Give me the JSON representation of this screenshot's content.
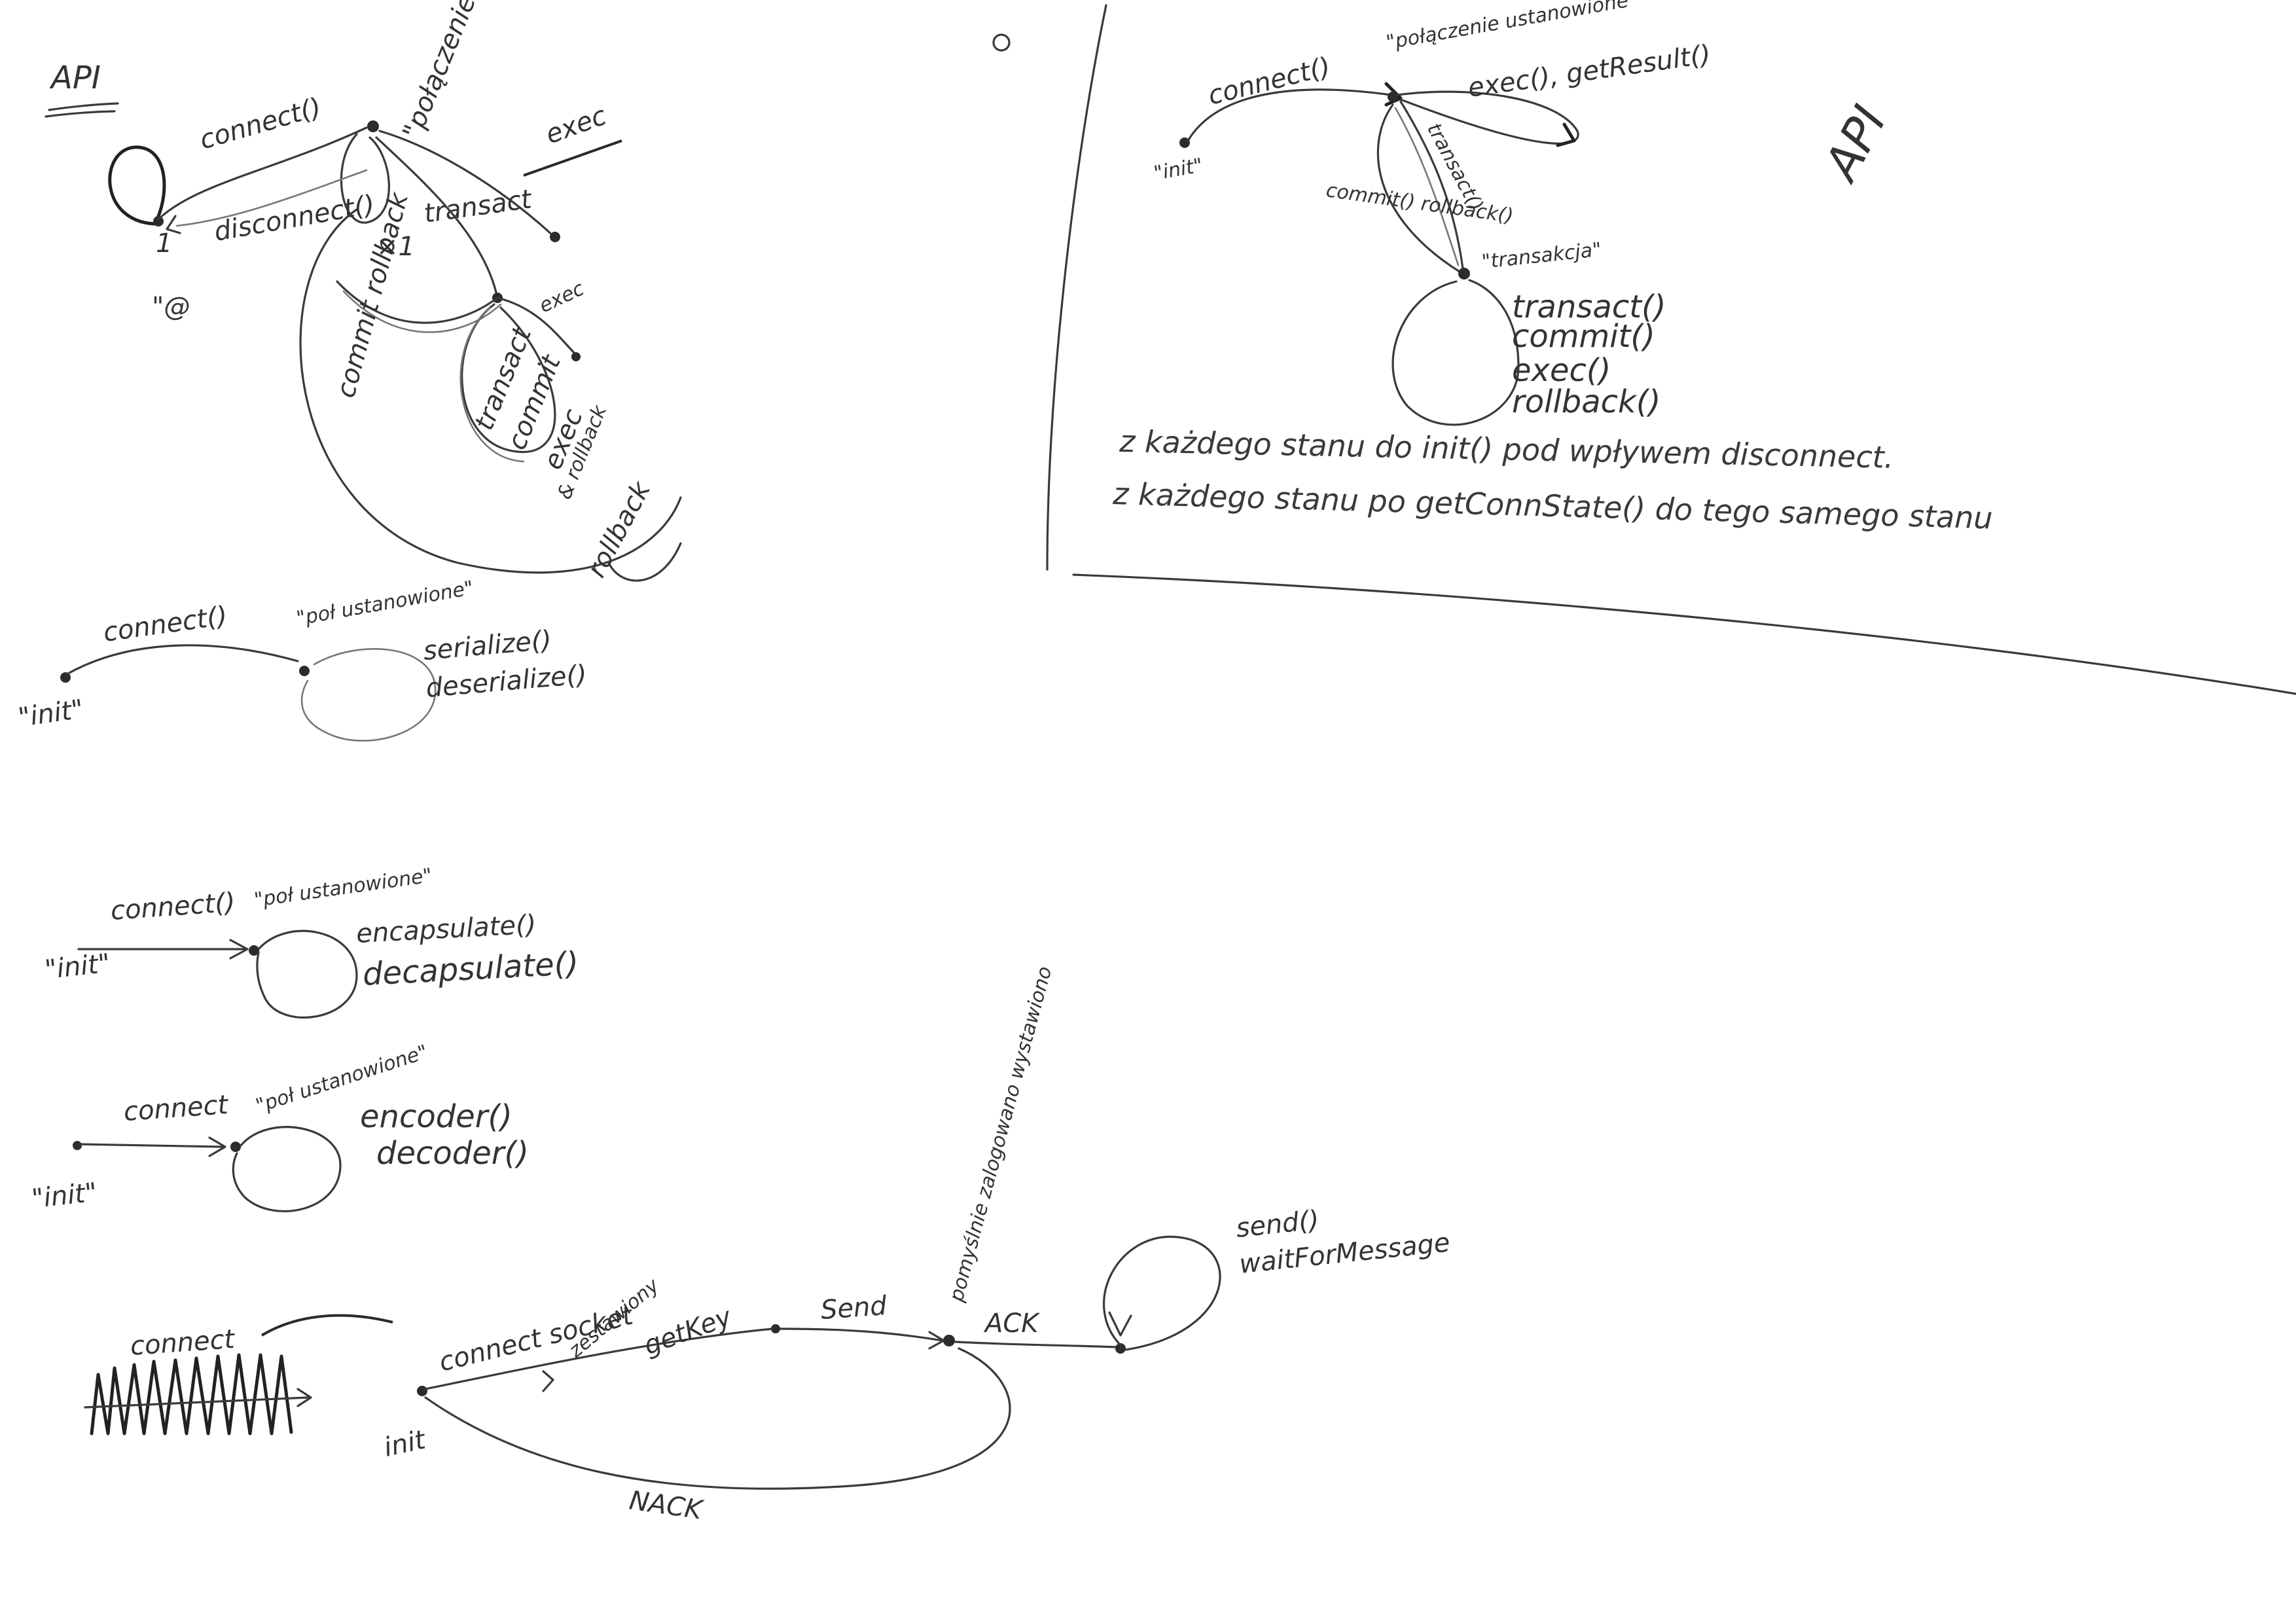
{
  "diagram_1": {
    "heading": "API",
    "connect": "connect()",
    "disconnect": "disconnect()",
    "transact": "transact",
    "state_connected": "\"połączenie ustalone\"",
    "exec": "exec",
    "note_at": "\"@",
    "mark_1": "1",
    "mark_x1": "×1",
    "commit_rollback": "commit rollback",
    "exec_small": "exec",
    "loop_ops": [
      "transact",
      "commit",
      "exec",
      "& rollback"
    ],
    "rollback": "rollback"
  },
  "diagram_2": {
    "init": "\"init\"",
    "connect": "connect()",
    "state": "\"poł ustanowione\"",
    "ops": [
      "serialize()",
      "deserialize()"
    ]
  },
  "diagram_3": {
    "init": "\"init\"",
    "connect": "connect()",
    "state": "\"poł ustanowione\"",
    "ops": [
      "encapsulate()",
      "decapsulate()"
    ]
  },
  "diagram_4": {
    "init": "\"init\"",
    "connect": "connect",
    "state": "\"poł ustanowione\"",
    "ops": [
      "encoder()",
      "decoder()"
    ]
  },
  "diagram_5": {
    "scribble_text": "connect",
    "init": "init",
    "connect_socket": "connect socket",
    "state_socket": "zestawiony",
    "getkey": "getKey",
    "send": "Send",
    "state_logged": "pomyślnie zalogowano wystawiono",
    "ack": "ACK",
    "nack": "NACK",
    "loop_ops": [
      "send()",
      "waitForMessage"
    ]
  },
  "panel": {
    "heading": "API",
    "init": "\"init\"",
    "connect": "connect()",
    "state_connected": "\"połączenie ustanowione\"",
    "exec_getresult": "exec(), getResult()",
    "commit_rollback": "commit() rollback()",
    "transact": "transact()",
    "state_transaction": "\"transakcja\"",
    "loop_ops": [
      "transact()",
      "commit()",
      "exec()",
      "rollback()"
    ],
    "note_lines": [
      "z każdego stanu do init() pod wpływem disconnect.",
      "z każdego stanu po getConnState() do tego samego stanu"
    ]
  }
}
